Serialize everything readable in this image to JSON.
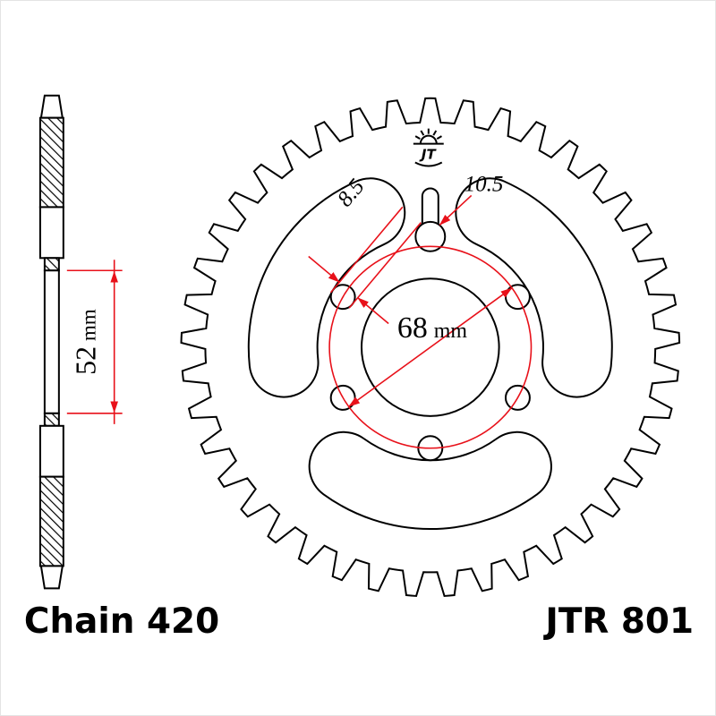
{
  "labels": {
    "chain": "Chain 420",
    "model": "JTR 801",
    "logo": "JT"
  },
  "dimensions": {
    "hub_width": {
      "value": "52",
      "unit": "mm"
    },
    "bolt_circle": {
      "value": "68",
      "unit": "mm"
    },
    "bolt_hole_diameter": {
      "value": "8.5"
    },
    "slot_hole_diameter": {
      "value": "10.5"
    }
  },
  "sprocket": {
    "teeth": 41,
    "bolt_hole_count": 5,
    "lightening_slot_count": 3,
    "has_top_locating_slot": true
  },
  "colors": {
    "line": "#000000",
    "dimension": "#e8111a",
    "background": "#ffffff"
  }
}
